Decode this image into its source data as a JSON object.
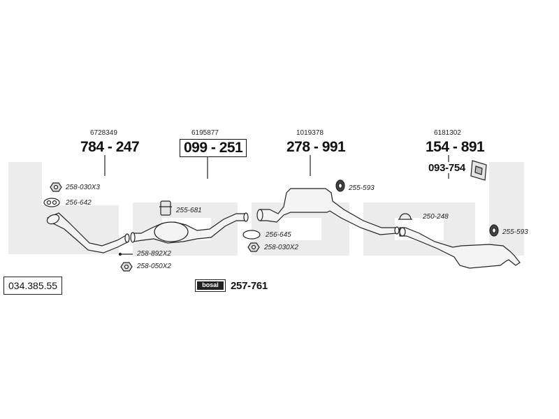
{
  "watermark_text": "bosal",
  "assembly_number": "034.385.55",
  "brand_badge_text": "bosal",
  "groups": [
    {
      "ref": "6728349",
      "part": "784-247",
      "display": "784 - 247",
      "boxed": false
    },
    {
      "ref": "6195877",
      "part": "099-251",
      "display": "099 - 251",
      "boxed": true
    },
    {
      "ref": "1019378",
      "part": "278-991",
      "display": "278 - 991",
      "boxed": false
    },
    {
      "ref": "6181302",
      "part": "154-891",
      "display": "154 - 891",
      "boxed": false
    }
  ],
  "secondary_part": "093-754",
  "accessories": [
    "258-030X3",
    "256-642",
    "255-681",
    "256-645",
    "258-030X2",
    "258-892X2",
    "258-050X2",
    "255-593",
    "250-248",
    "255-593"
  ],
  "kit_part": "257-761",
  "colors": {
    "line": "#222222",
    "watermark": "#ececec",
    "part_fill": "#f4f4f4"
  }
}
